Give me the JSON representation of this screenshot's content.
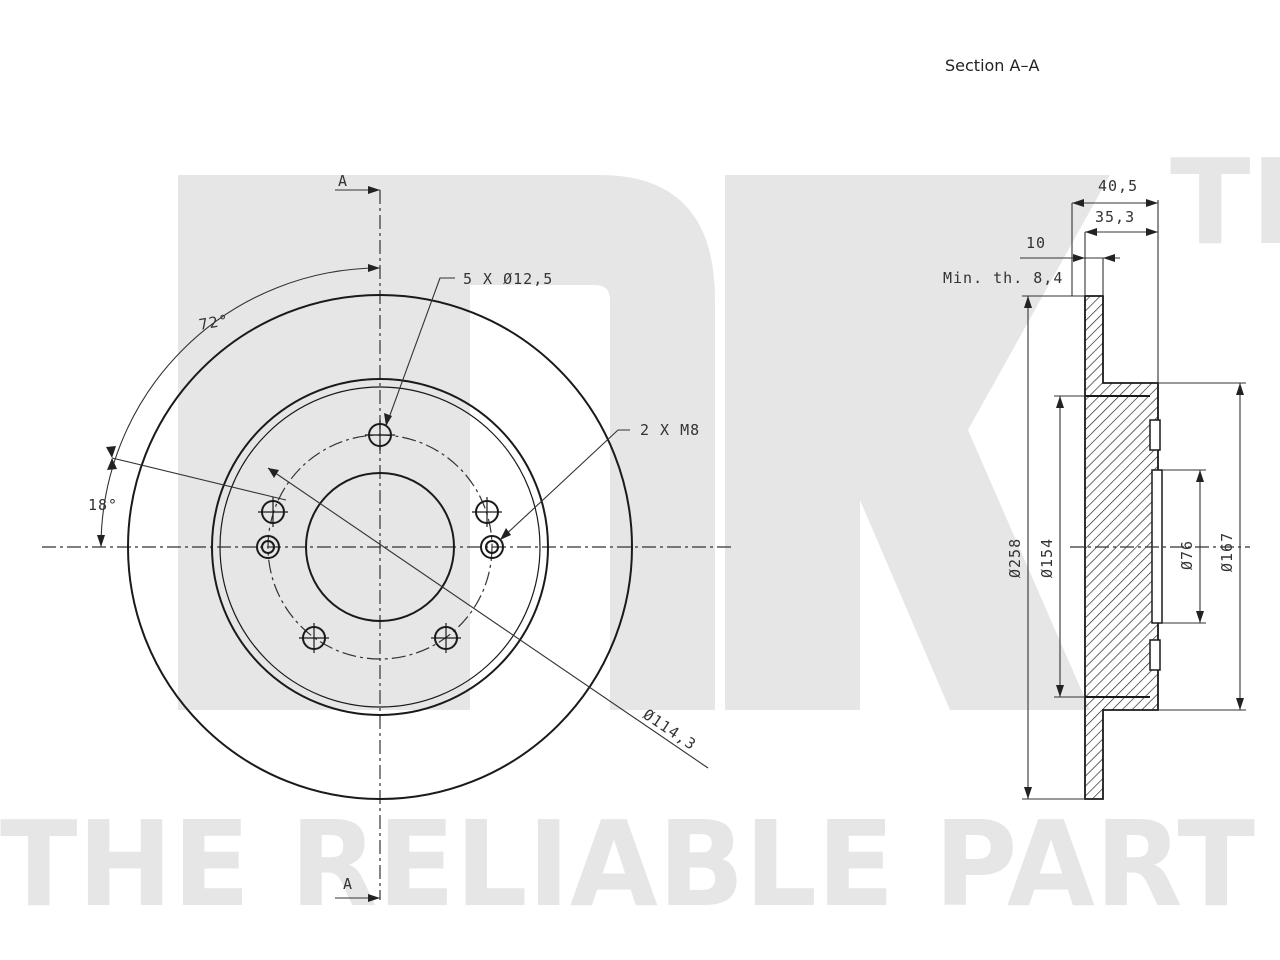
{
  "watermark": {
    "logo_letters": "NK",
    "trademark": "TM",
    "slogan": "THE RELIABLE PART"
  },
  "section_title": "Section A–A",
  "front_view": {
    "section_marker_top": "A",
    "section_marker_bottom": "A",
    "angle_72": "72°",
    "angle_18": "18°",
    "bolt_holes_callout": "5 X Ø12,5",
    "threaded_holes_callout": "2 X M8",
    "pcd_callout": "Ø114,3"
  },
  "section_view": {
    "dim_40_5": "40,5",
    "dim_35_3": "35,3",
    "dim_10": "10",
    "min_thickness": "Min. th. 8,4",
    "dia_258": "Ø258",
    "dia_154": "Ø154",
    "dia_76": "Ø76",
    "dia_167": "Ø167"
  }
}
